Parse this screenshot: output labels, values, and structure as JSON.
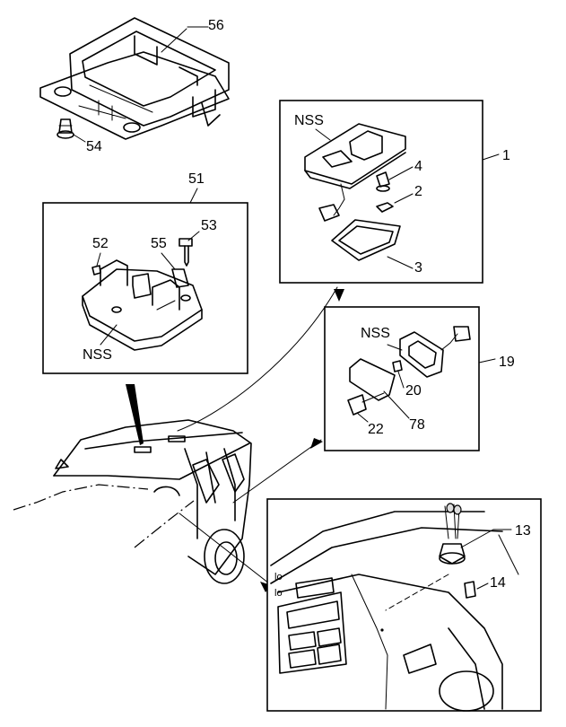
{
  "labels": {
    "p56": "56",
    "p54": "54",
    "p51": "51",
    "p52": "52",
    "p53": "53",
    "p55": "55",
    "nss_left": "NSS",
    "nss_top": "NSS",
    "nss_right": "NSS",
    "p1": "1",
    "p4": "4",
    "p2": "2",
    "p3": "3",
    "p19": "19",
    "p20": "20",
    "p78": "78",
    "p22": "22",
    "p13": "13",
    "p14": "14"
  },
  "text": {
    "dash_a": "lo",
    "dash_b": "lo"
  }
}
